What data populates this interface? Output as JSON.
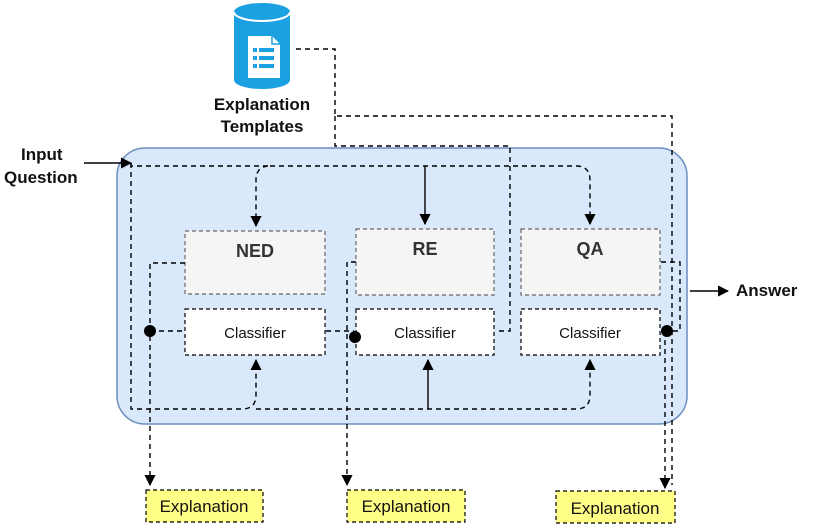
{
  "database": {
    "label_line1": "Explanation",
    "label_line2": "Templates",
    "icon": "database-document-icon"
  },
  "input": {
    "line1": "Input",
    "line2": "Question"
  },
  "output": {
    "label": "Answer"
  },
  "modules": [
    {
      "title": "NED",
      "classifier": "Classifier"
    },
    {
      "title": "RE",
      "classifier": "Classifier"
    },
    {
      "title": "QA",
      "classifier": "Classifier"
    }
  ],
  "explanations": [
    {
      "label": "Explanation"
    },
    {
      "label": "Explanation"
    },
    {
      "label": "Explanation"
    }
  ],
  "colors": {
    "container_fill": "#dae8fc",
    "container_stroke": "#6c8ebf",
    "module_fill": "#f5f5f5",
    "explanation_fill": "#ffff88",
    "database_blue": "#1ba1e2"
  }
}
